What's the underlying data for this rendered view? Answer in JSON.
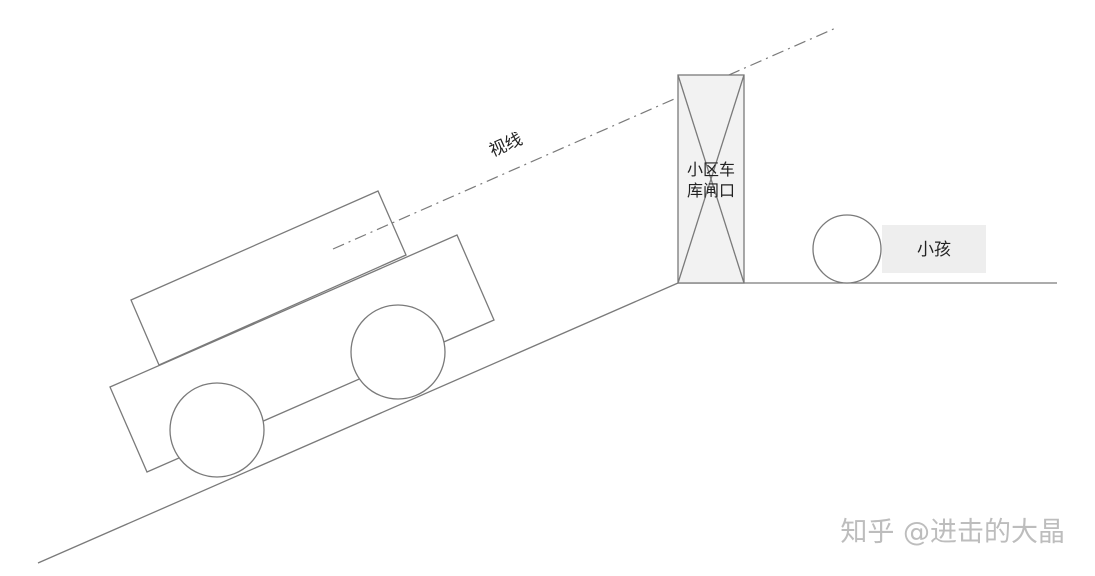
{
  "labels": {
    "sightline": "视线",
    "gate_line1": "小区车",
    "gate_line2": "库闸口",
    "child": "小孩"
  },
  "watermark": "知乎 @进击的大晶",
  "colors": {
    "stroke": "#7a7a7a",
    "gate_fill": "#f2f2f2",
    "label_box_fill": "#eeeeee",
    "watermark": "#bdbdbd"
  }
}
